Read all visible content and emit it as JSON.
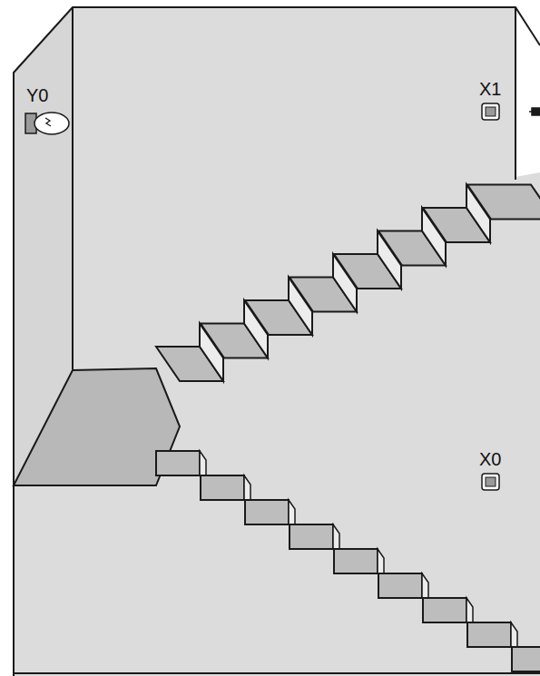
{
  "diagram": {
    "labels": [
      "Y0",
      "X1",
      "X0"
    ]
  }
}
